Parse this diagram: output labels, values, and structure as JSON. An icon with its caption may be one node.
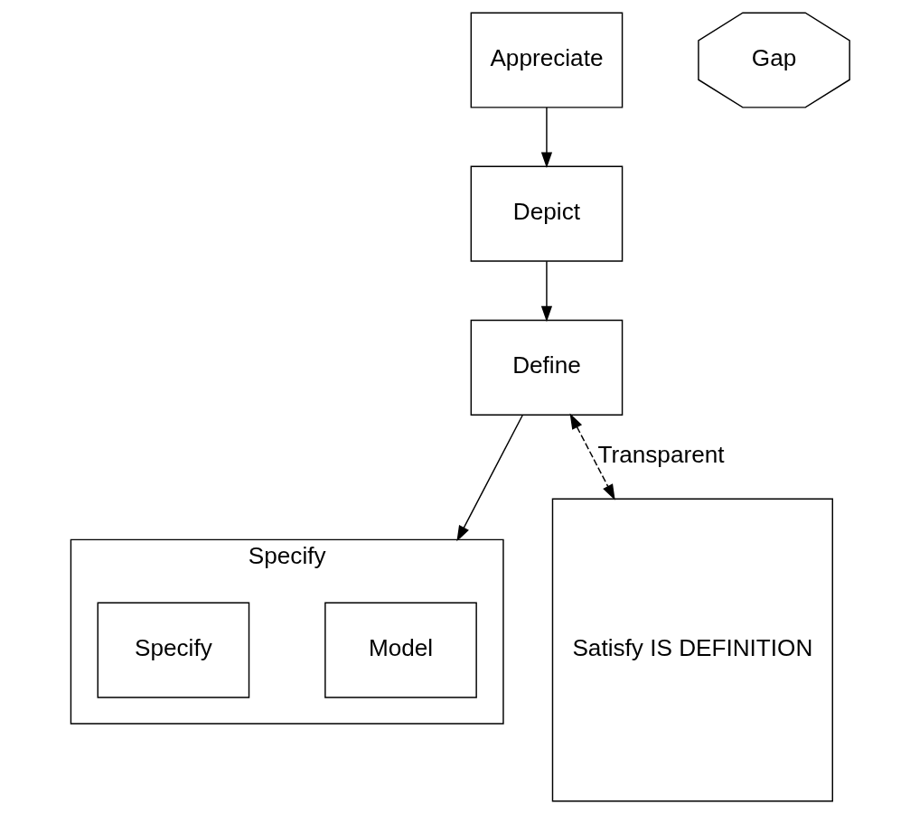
{
  "diagram": {
    "nodes": [
      {
        "text": [
          "Appreciate"
        ]
      },
      {
        "text": [
          "Depict"
        ]
      },
      {
        "text": [
          "Define"
        ]
      },
      {
        "text": [
          "Specify"
        ]
      },
      {
        "text": [
          "Model"
        ],
        "in": 3
      },
      {
        "text": [
          "Specify"
        ],
        "in": 3
      },
      {
        "text": [
          "Gap"
        ]
      },
      {
        "text": [
          "Satisfy IS DEFINITION"
        ]
      }
    ],
    "edges": [
      {
        "from": 0,
        "to": 1,
        "arrow": "to"
      },
      {
        "from": 1,
        "to": 2,
        "arrow": "to"
      },
      {
        "from": 2,
        "to": 3,
        "arrow": "to"
      },
      {
        "from": 2,
        "to": 7,
        "arrow": "both",
        "label": "Transparent",
        "style": "dashed"
      }
    ]
  }
}
